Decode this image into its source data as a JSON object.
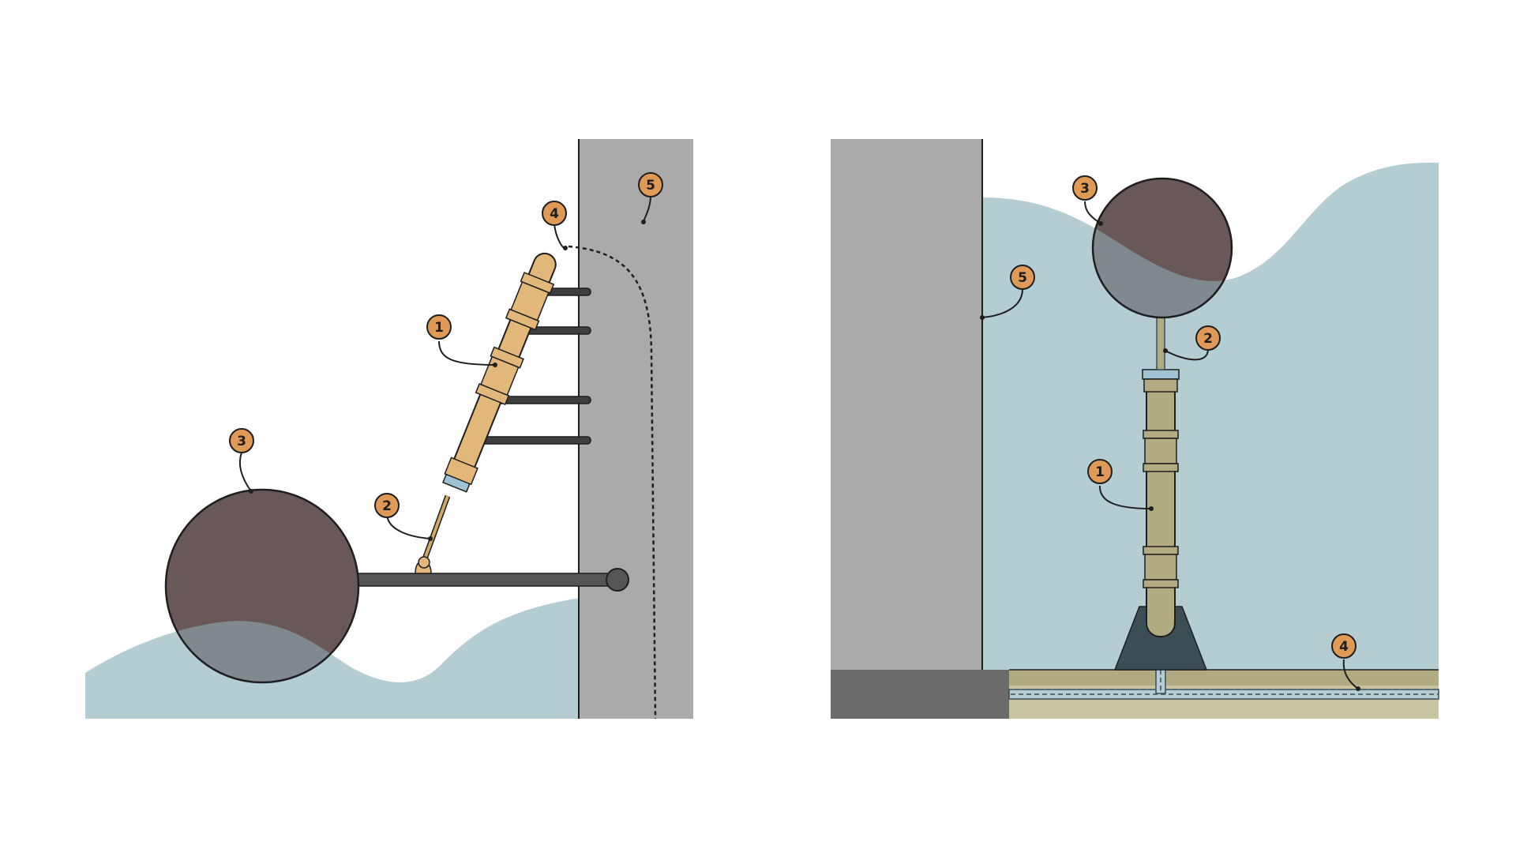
{
  "colors": {
    "background": "#ffffff",
    "water": "#b3cdd3",
    "wall": "#aaaaaa",
    "foundation": "#6b6b6b",
    "ball": "#6a5858",
    "rod": "#555555",
    "bracket": "#3e3e3e",
    "sleeve_left": "#e3b779",
    "sleeve_right": "#b2aa80",
    "mount": "#3b4e55",
    "ground": "#c8c3a0",
    "badge": "#e09a57",
    "outline": "#1e1e1e"
  },
  "diagrams": [
    {
      "id": "left",
      "callouts": [
        {
          "label": "1",
          "target": "sleeve-assembly"
        },
        {
          "label": "2",
          "target": "linkage-rod"
        },
        {
          "label": "3",
          "target": "float-ball"
        },
        {
          "label": "4",
          "target": "cable"
        },
        {
          "label": "5",
          "target": "wall"
        }
      ]
    },
    {
      "id": "right",
      "callouts": [
        {
          "label": "1",
          "target": "sleeve-assembly"
        },
        {
          "label": "2",
          "target": "linkage-rod"
        },
        {
          "label": "3",
          "target": "float-ball"
        },
        {
          "label": "4",
          "target": "cable"
        },
        {
          "label": "5",
          "target": "wall"
        }
      ]
    }
  ]
}
